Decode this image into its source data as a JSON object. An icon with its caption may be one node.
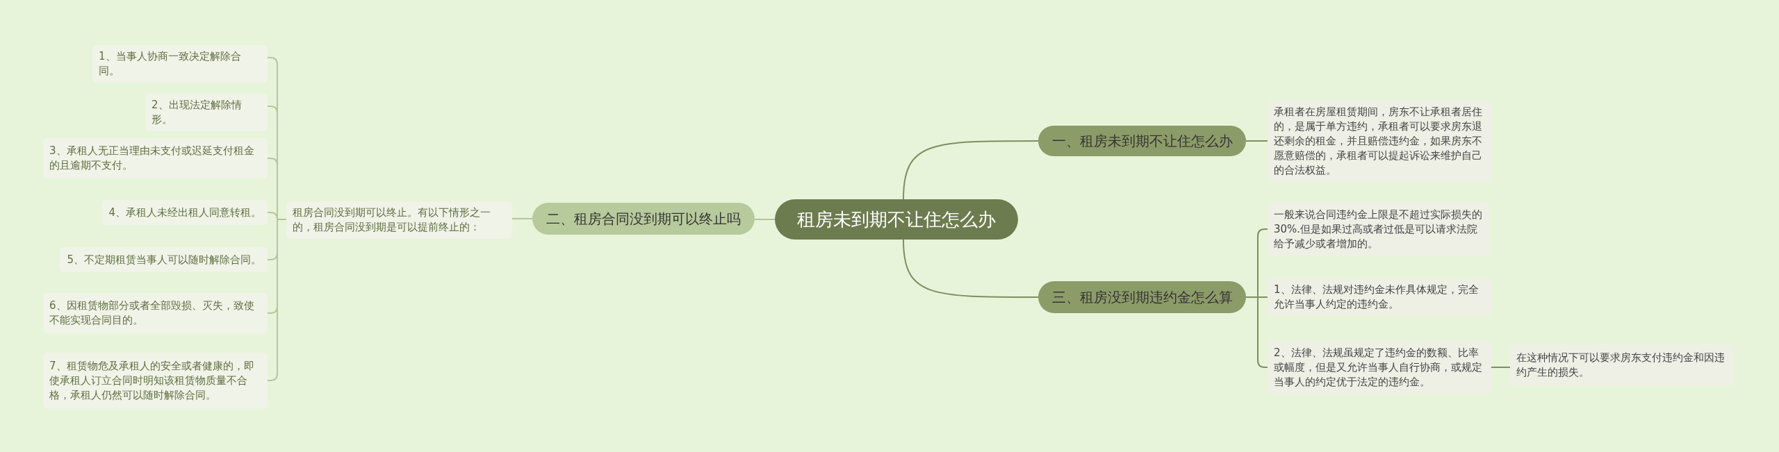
{
  "diagram": {
    "nodes": [
      {
        "text": [
          "租房未到期不让住怎么办"
        ]
      },
      {
        "text": [
          "一、租房未到期不让住怎么办"
        ]
      },
      {
        "text": [
          "承租者在房屋租赁期间，房东不让承租者居住的，是属于单方违约，承租者可以要求房东退还剩余的租金，并且赔偿违约金，如果房东不愿意赔偿的，承租者可以提起诉讼来维护自己的合法权益。"
        ]
      },
      {
        "text": [
          "二、租房合同没到期可以终止吗"
        ]
      },
      {
        "text": [
          "租房合同没到期可以终止。有以下情形之一的，租房合同没到期是可以提前终止的："
        ]
      },
      {
        "text": [
          "1、当事人协商一致决定解除合同。"
        ]
      },
      {
        "text": [
          "2、出现法定解除情形。"
        ]
      },
      {
        "text": [
          "3、承租人无正当理由未支付或迟延支付租金的且逾期不支付。"
        ]
      },
      {
        "text": [
          "4、承租人未经出租人同意转租。"
        ]
      },
      {
        "text": [
          "5、不定期租赁当事人可以随时解除合同。"
        ]
      },
      {
        "text": [
          "6、因租赁物部分或者全部毁损、灭失，致使不能实现合同目的。"
        ]
      },
      {
        "text": [
          "7、租赁物危及承租人的安全或者健康的，即使承租人订立合同时明知该租赁物质量不合格，承租人仍然可以随时解除合同。"
        ]
      },
      {
        "text": [
          "三、租房没到期违约金怎么算"
        ]
      },
      {
        "text": [
          "一般来说合同违约金上限是不超过实际损失的30%.但是如果过高或者过低是可以请求法院给予减少或者增加的。"
        ]
      },
      {
        "text": [
          "1、法律、法规对违约金未作具体规定，完全允许当事人约定的违约金。"
        ]
      },
      {
        "text": [
          "2、法律、法规虽规定了违约金的数额、比率或幅度，但是又允许当事人自行协商，或规定当事人的约定优于法定的违约金。"
        ]
      },
      {
        "text": [
          "在这种情况下可以要求房东支付违约金和因违约产生的损失。"
        ]
      }
    ],
    "edges": [
      {
        "from": 0,
        "to": 1,
        "arrow": "none"
      },
      {
        "from": 1,
        "to": 2,
        "arrow": "none"
      },
      {
        "from": 0,
        "to": 3,
        "arrow": "none"
      },
      {
        "from": 3,
        "to": 4,
        "arrow": "none"
      },
      {
        "from": 4,
        "to": 5,
        "arrow": "none"
      },
      {
        "from": 4,
        "to": 6,
        "arrow": "none"
      },
      {
        "from": 4,
        "to": 7,
        "arrow": "none"
      },
      {
        "from": 4,
        "to": 8,
        "arrow": "none"
      },
      {
        "from": 4,
        "to": 9,
        "arrow": "none"
      },
      {
        "from": 4,
        "to": 10,
        "arrow": "none"
      },
      {
        "from": 4,
        "to": 11,
        "arrow": "none"
      },
      {
        "from": 0,
        "to": 12,
        "arrow": "none"
      },
      {
        "from": 12,
        "to": 13,
        "arrow": "none"
      },
      {
        "from": 12,
        "to": 14,
        "arrow": "none"
      },
      {
        "from": 12,
        "to": 15,
        "arrow": "none"
      },
      {
        "from": 15,
        "to": 16,
        "arrow": "none"
      }
    ]
  }
}
